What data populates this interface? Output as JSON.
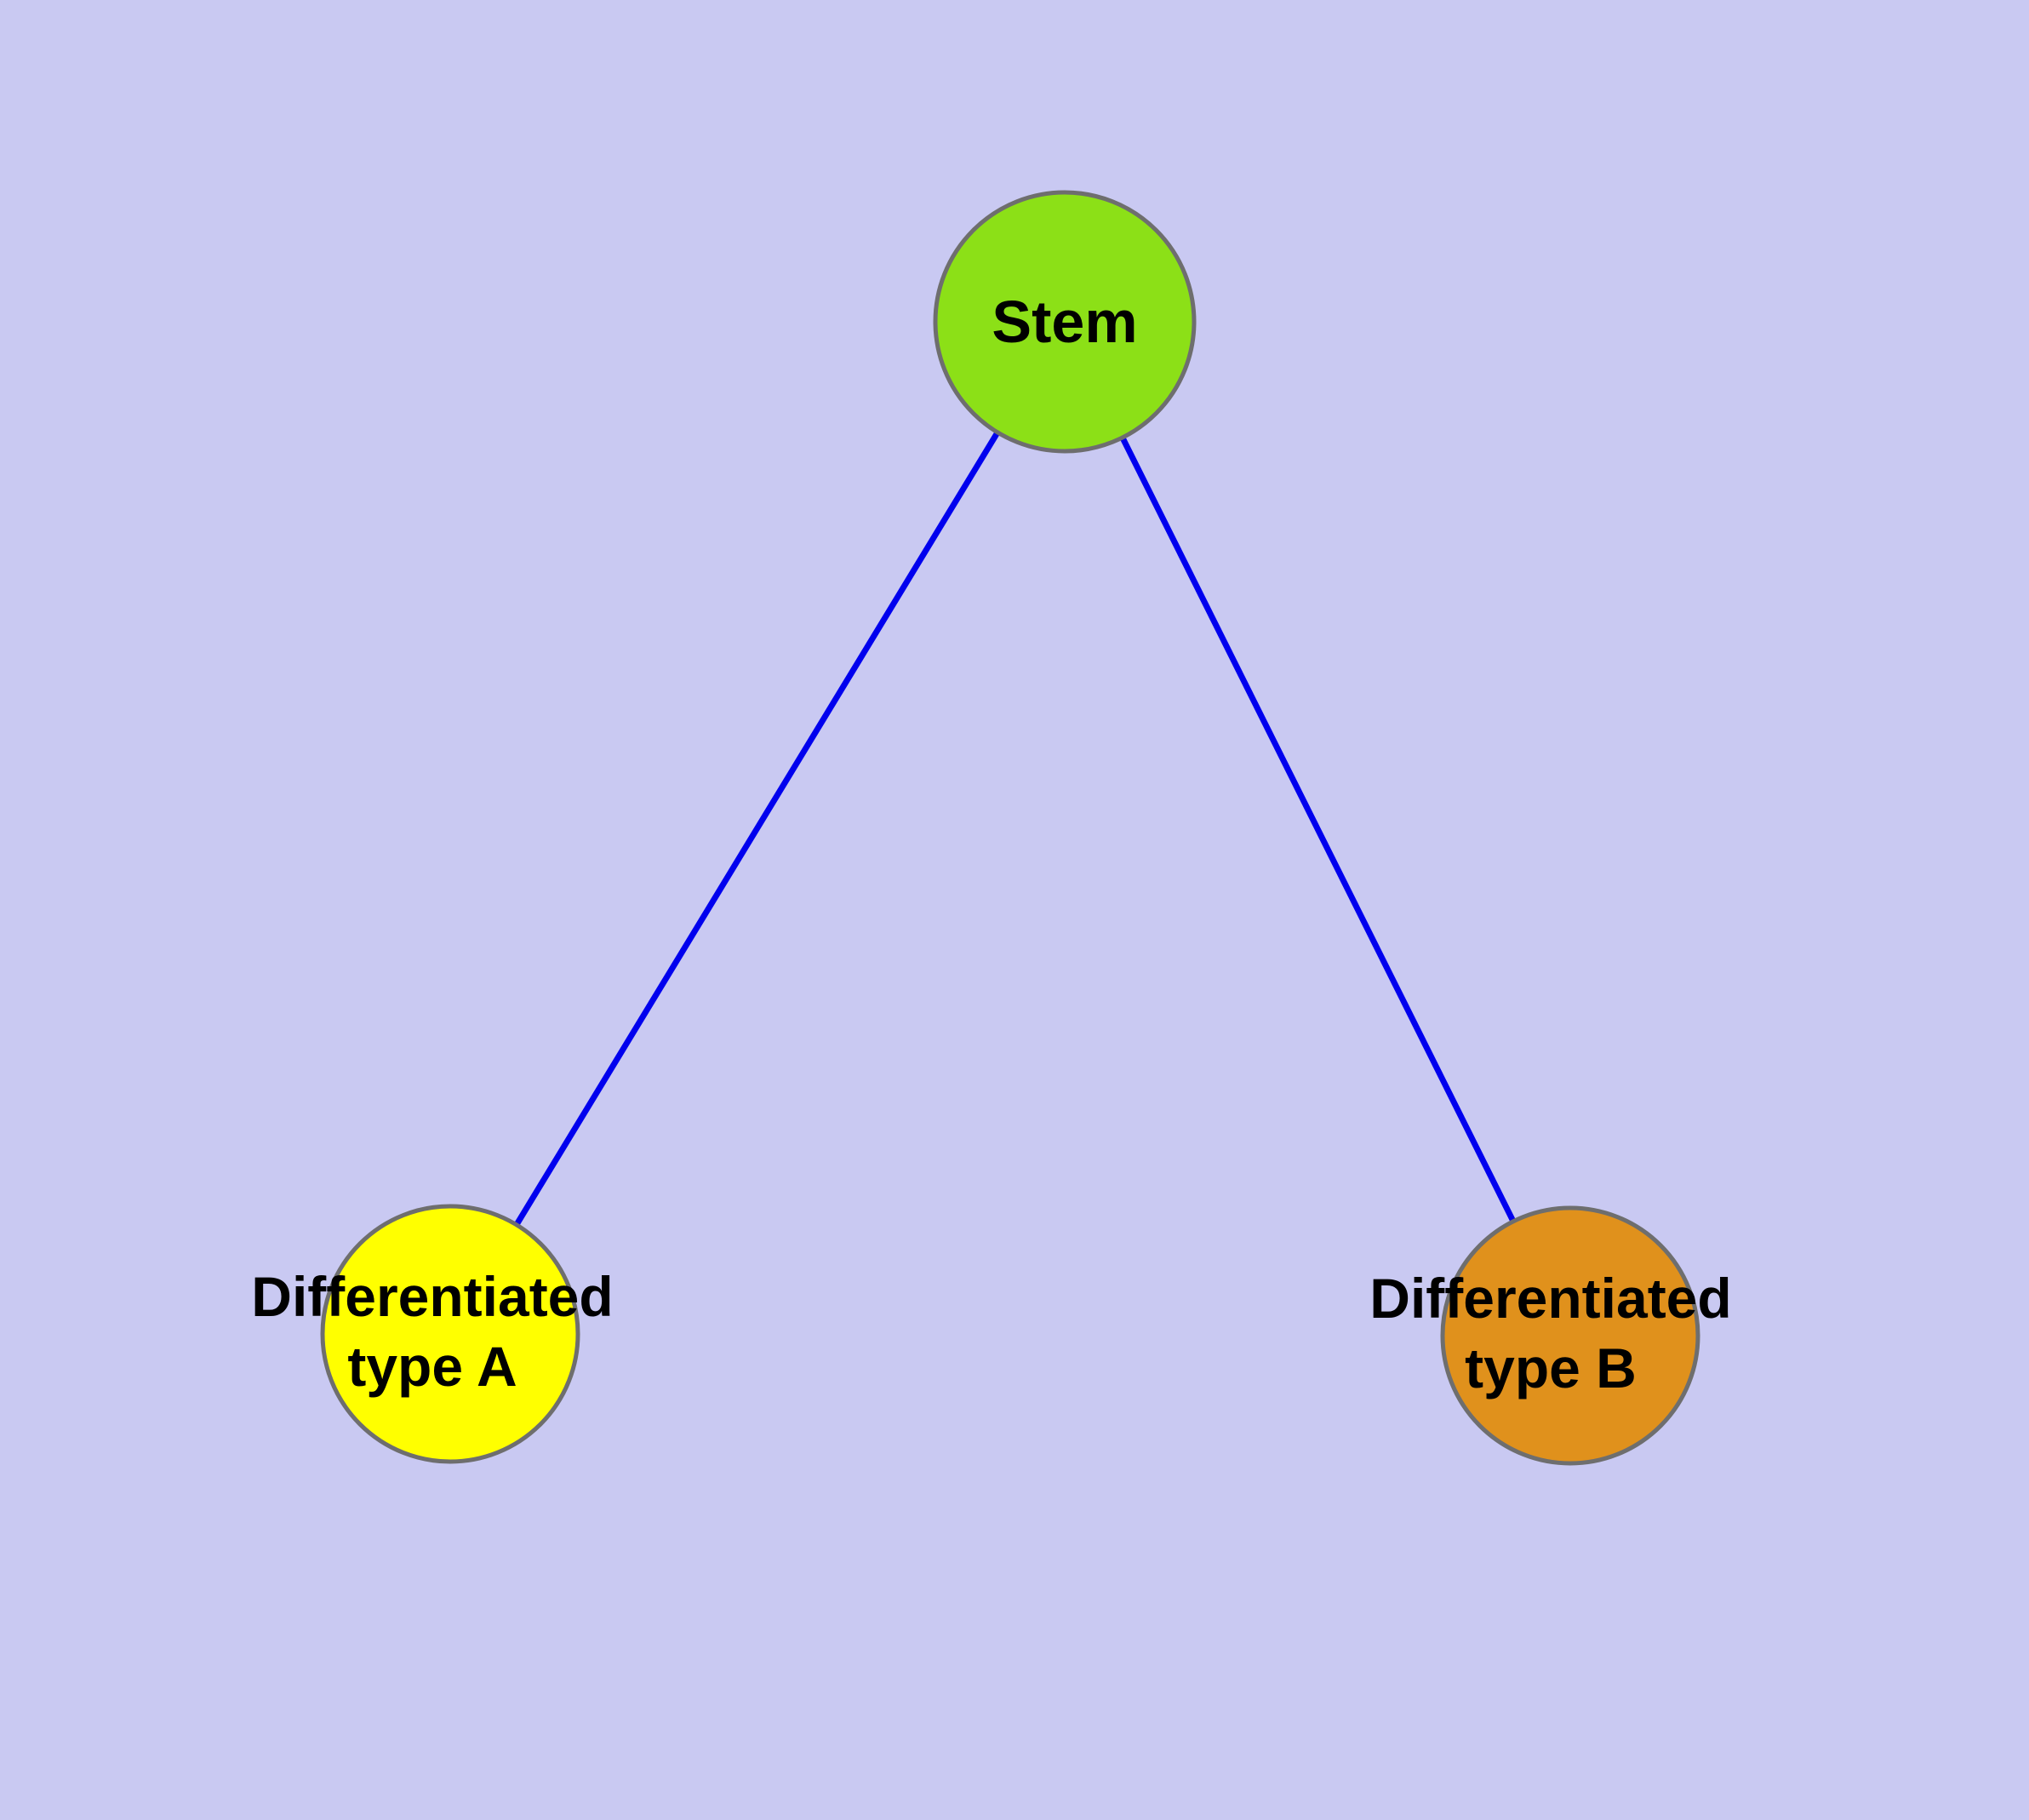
{
  "diagram": {
    "background": "#c9c9f2",
    "edge_color": "#0000ee",
    "node_border_color": "#6e6e6e",
    "nodes": {
      "stem": {
        "label": "Stem",
        "fill": "#8ce017"
      },
      "type_a": {
        "label_line1": "Differentiated",
        "label_line2": "type A",
        "fill": "#ffff00"
      },
      "type_b": {
        "label_line1": "Differentiated",
        "label_line2": "type B",
        "fill": "#e0911c"
      }
    },
    "edges": [
      {
        "from": "Stem",
        "to": "Differentiated type A"
      },
      {
        "from": "Stem",
        "to": "Differentiated type B"
      }
    ]
  }
}
